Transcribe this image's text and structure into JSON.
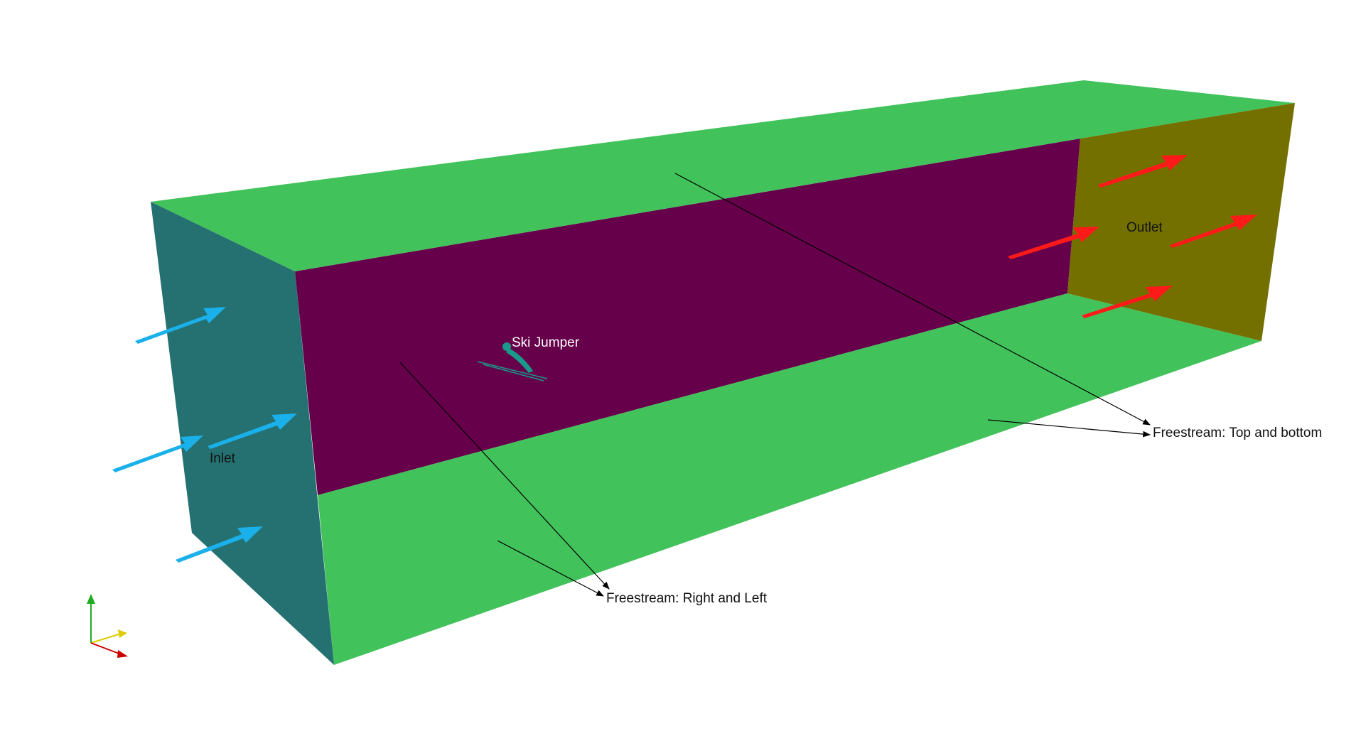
{
  "labels": {
    "inlet": "Inlet",
    "outlet": "Outlet",
    "ski_jumper": "Ski Jumper",
    "freestream_top_bottom": "Freestream: Top and bottom",
    "freestream_right_left": "Freestream: Right and Left"
  },
  "colors": {
    "top_face": "#42c25b",
    "bottom_face": "#42c25b",
    "far_side_wall": "#66004a",
    "inlet_face": "#257070",
    "outlet_face": "#737000",
    "inflow_arrow": "#1ab0ea",
    "outflow_arrow": "#ff1a1a",
    "leader_line": "#000000",
    "skier": "#1a9a8a",
    "axis_x": "#cc0000",
    "axis_y": "#22aa22",
    "axis_z": "#ddcc00"
  },
  "icons": {
    "orientation_triad": "xyz-axes-icon",
    "inflow": "arrow-right-icon",
    "outflow": "arrow-right-icon"
  }
}
